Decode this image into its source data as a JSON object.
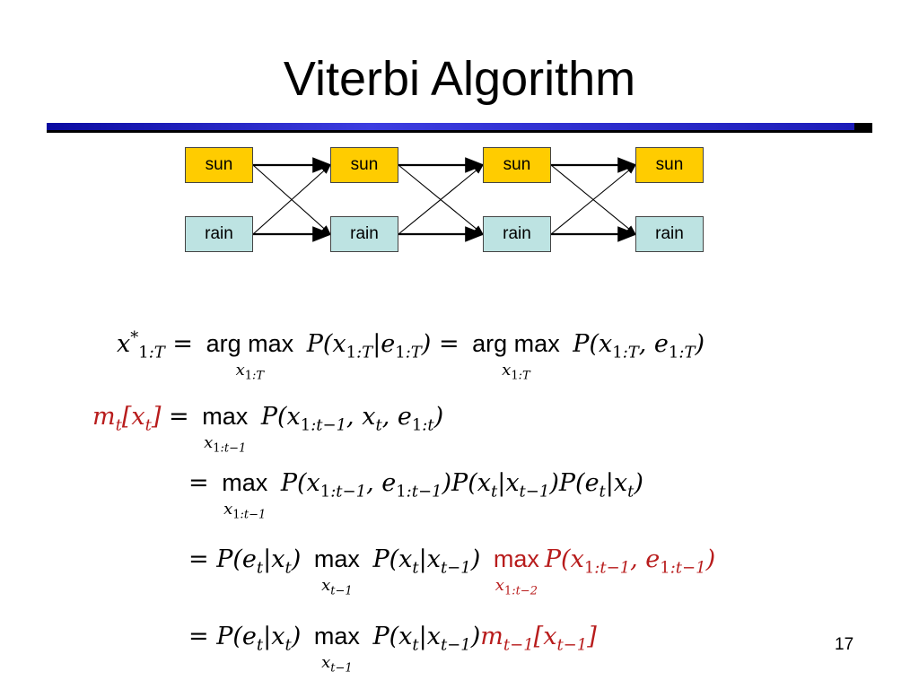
{
  "slide": {
    "title": "Viterbi Algorithm",
    "page_number": "17"
  },
  "lattice": {
    "columns": [
      {
        "top": "sun",
        "bottom": "rain"
      },
      {
        "top": "sun",
        "bottom": "rain"
      },
      {
        "top": "sun",
        "bottom": "rain"
      },
      {
        "top": "sun",
        "bottom": "rain"
      }
    ],
    "colors": {
      "sun": "#ffcc00",
      "rain": "#bde3e2",
      "emphasis": "#b81c1c"
    }
  },
  "equations": [
    "x*_{1:T} = arg max_{x_{1:T}} P(x_{1:T}|e_{1:T}) = arg max_{x_{1:T}} P(x_{1:T}, e_{1:T})",
    "m_t[x_t] = max_{x_{1:t-1}} P(x_{1:t-1}, x_t, e_{1:t})",
    "= max_{x_{1:t-1}} P(x_{1:t-1}, e_{1:t-1}) P(x_t|x_{t-1}) P(e_t|x_t)",
    "= P(e_t|x_t) max_{x_{t-1}} P(x_t|x_{t-1}) max_{x_{1:t-2}} P(x_{1:t-1}, e_{1:t-1})",
    "= P(e_t|x_t) max_{x_{t-1}} P(x_t|x_{t-1}) m_{t-1}[x_{t-1}]"
  ]
}
